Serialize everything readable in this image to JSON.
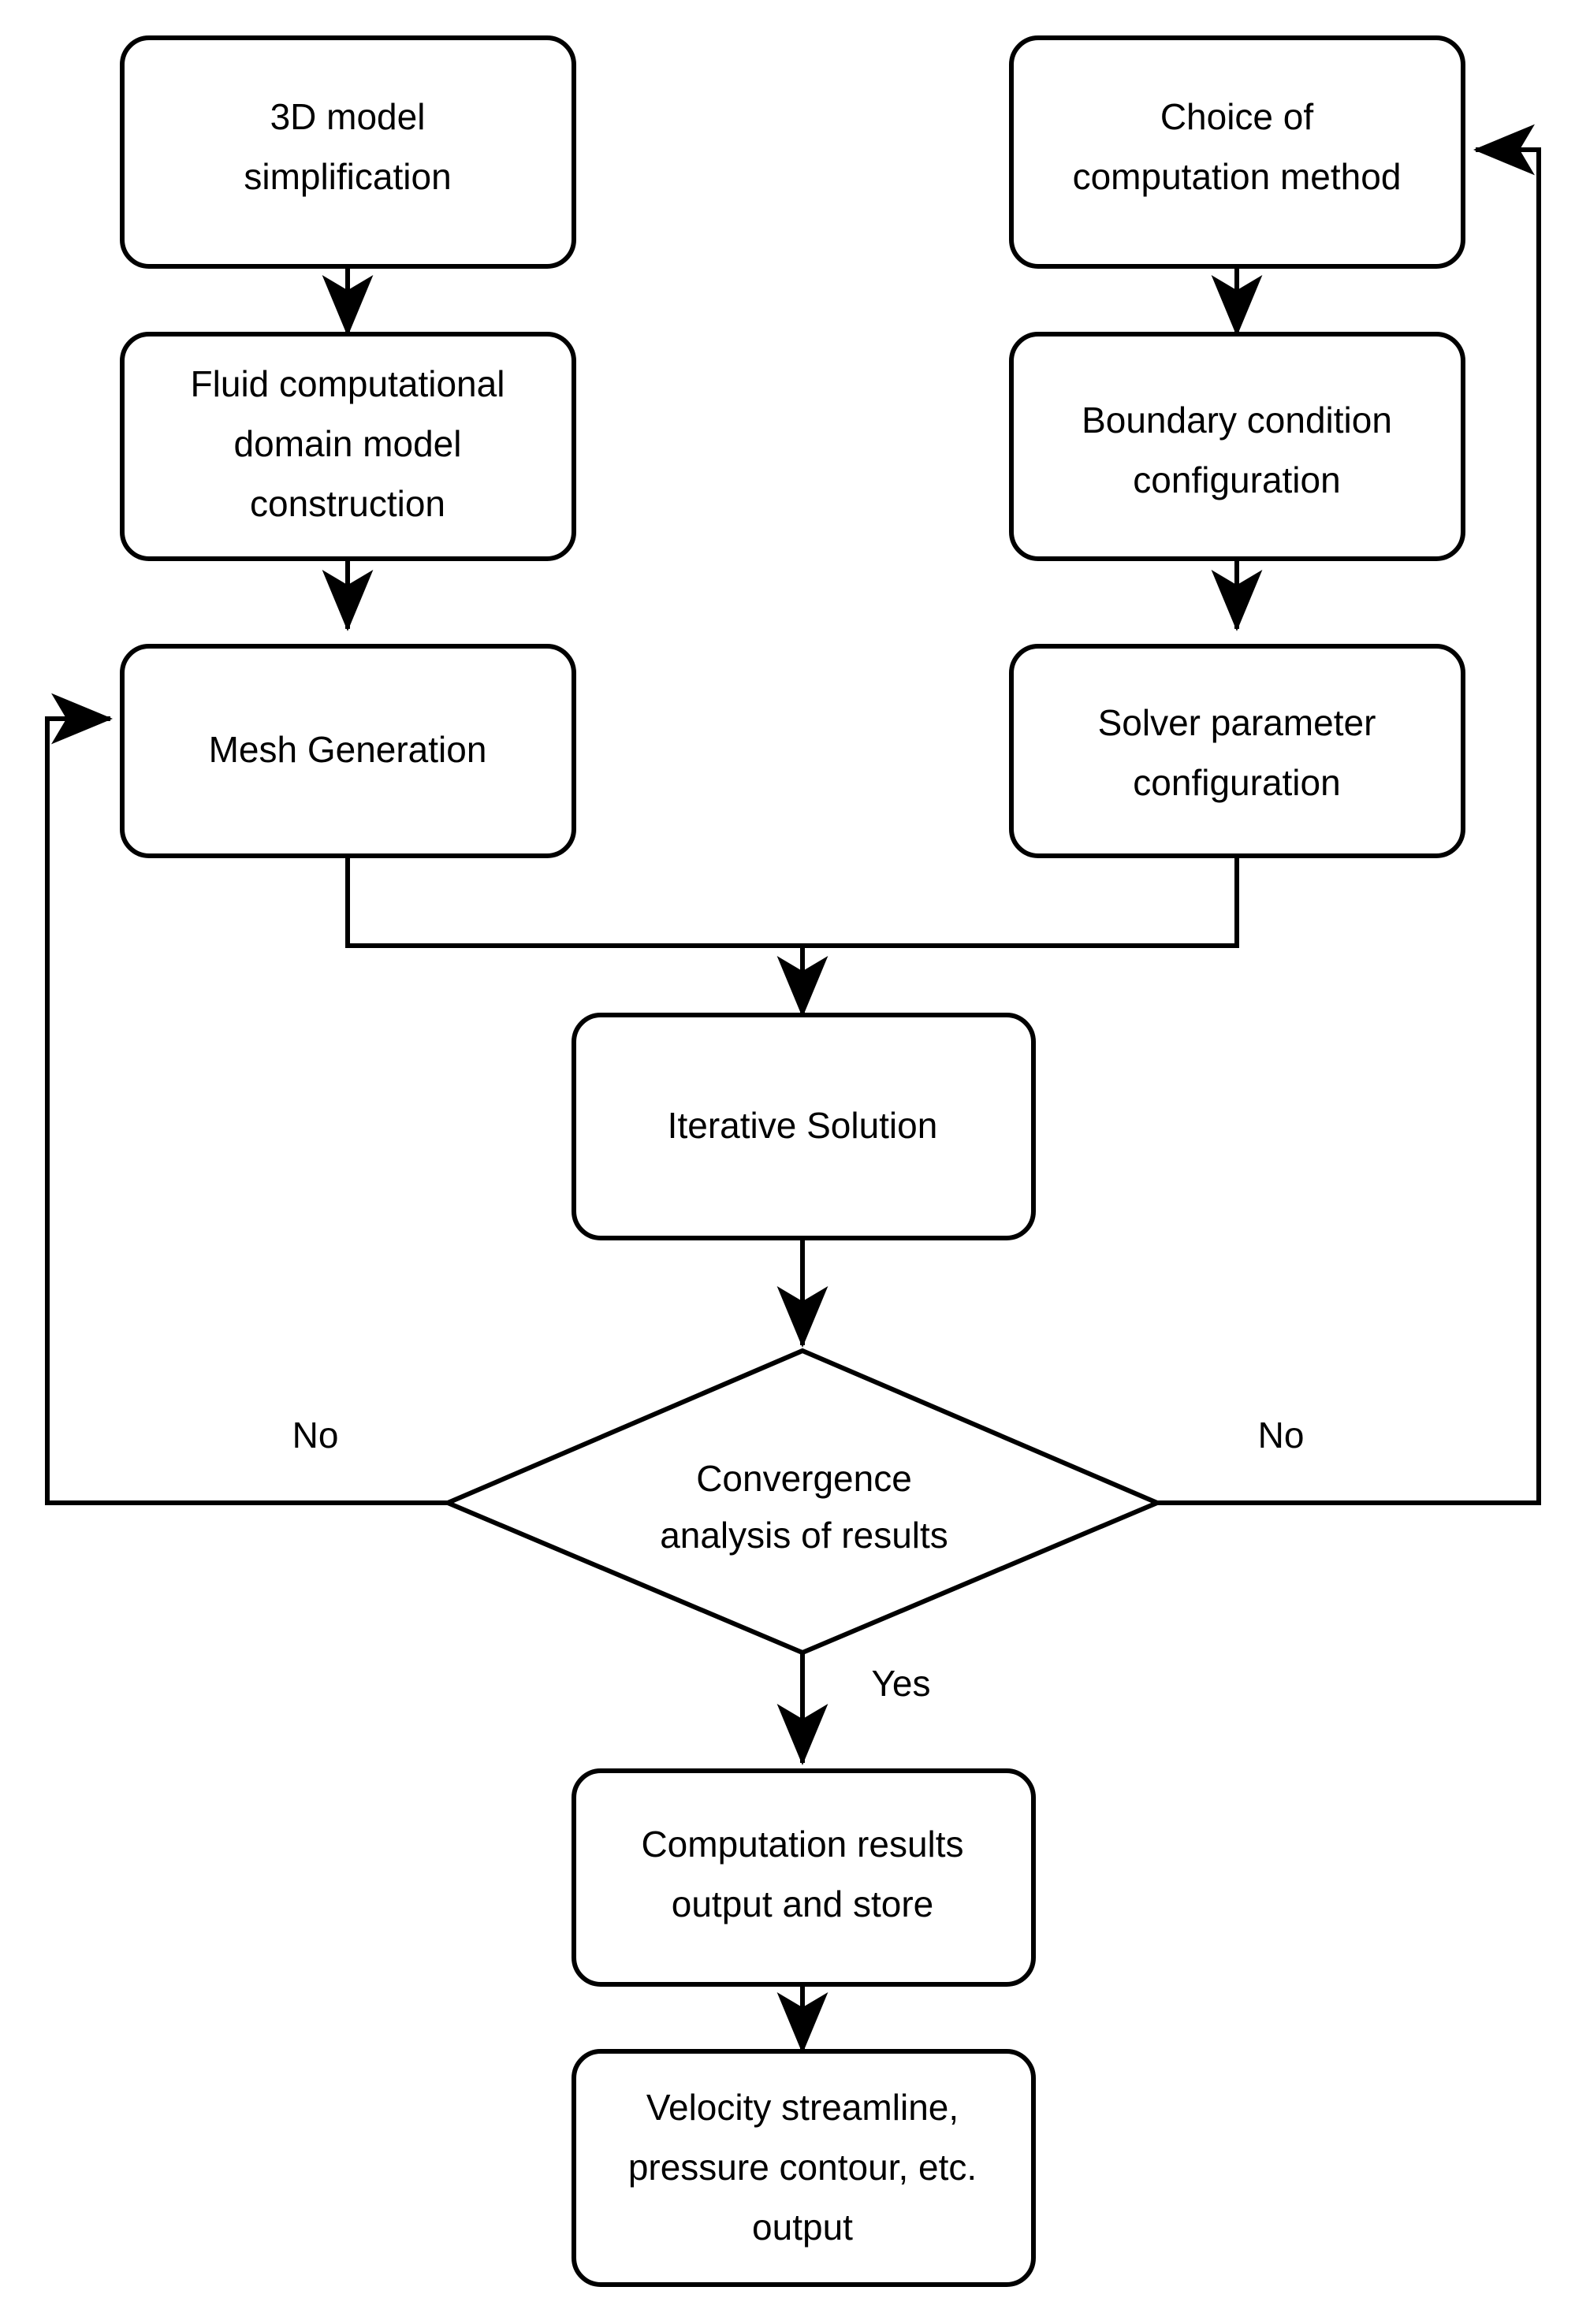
{
  "diagram": {
    "title": "CFD simulation workflow flowchart",
    "type": "flowchart",
    "background_color": "#ffffff",
    "line_color": "#000000",
    "node_fill_color": "#ffffff",
    "nodes": [
      {
        "id": "n1",
        "shape": "rounded-rectangle",
        "lines": [
          "3D model",
          "simplification"
        ]
      },
      {
        "id": "n2",
        "shape": "rounded-rectangle",
        "lines": [
          "Fluid computational",
          "domain model",
          "construction"
        ]
      },
      {
        "id": "n3",
        "shape": "rounded-rectangle",
        "lines": [
          "Mesh Generation"
        ]
      },
      {
        "id": "n4",
        "shape": "rounded-rectangle",
        "lines": [
          "Choice of",
          "computation method"
        ]
      },
      {
        "id": "n5",
        "shape": "rounded-rectangle",
        "lines": [
          "Boundary condition",
          "configuration"
        ]
      },
      {
        "id": "n6",
        "shape": "rounded-rectangle",
        "lines": [
          "Solver parameter",
          "configuration"
        ]
      },
      {
        "id": "n7",
        "shape": "rounded-rectangle",
        "lines": [
          "Iterative Solution"
        ]
      },
      {
        "id": "n8",
        "shape": "diamond",
        "lines": [
          "Convergence",
          "analysis of results"
        ]
      },
      {
        "id": "n9",
        "shape": "rounded-rectangle",
        "lines": [
          "Computation results",
          "output and store"
        ]
      },
      {
        "id": "n10",
        "shape": "rounded-rectangle",
        "lines": [
          "Velocity streamline,",
          "pressure contour, etc.",
          "output"
        ]
      }
    ],
    "edge_labels": {
      "no_left": "No",
      "no_right": "No",
      "yes": "Yes"
    },
    "edges": [
      {
        "from": "n1",
        "to": "n2",
        "label": ""
      },
      {
        "from": "n2",
        "to": "n3",
        "label": ""
      },
      {
        "from": "n4",
        "to": "n5",
        "label": ""
      },
      {
        "from": "n5",
        "to": "n6",
        "label": ""
      },
      {
        "from": "n3",
        "to": "n7",
        "label": ""
      },
      {
        "from": "n6",
        "to": "n7",
        "label": ""
      },
      {
        "from": "n7",
        "to": "n8",
        "label": ""
      },
      {
        "from": "n8",
        "to": "n3",
        "label": "No"
      },
      {
        "from": "n8",
        "to": "n4",
        "label": "No"
      },
      {
        "from": "n8",
        "to": "n9",
        "label": "Yes"
      },
      {
        "from": "n9",
        "to": "n10",
        "label": ""
      }
    ]
  }
}
